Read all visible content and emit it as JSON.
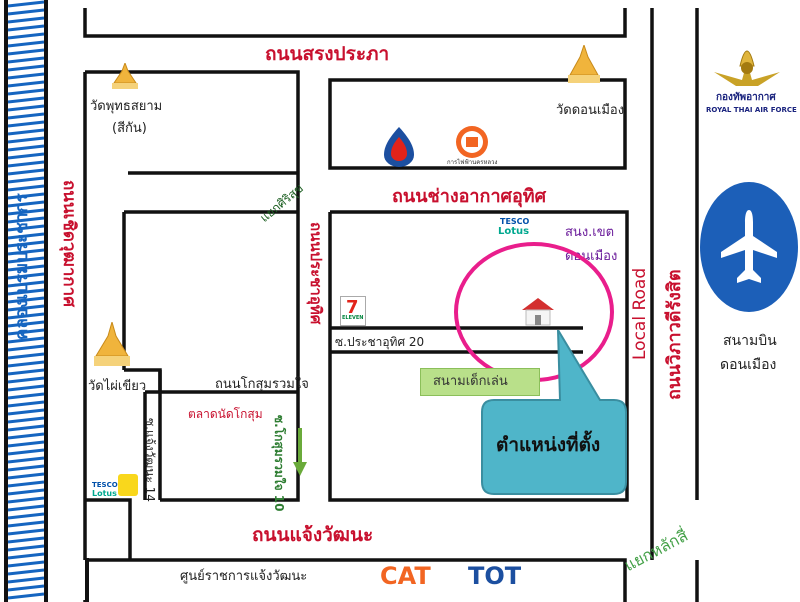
{
  "roads": {
    "top": "ถนนสรงประภา",
    "middle": "ถนนช่างอากาศอุทิศ",
    "bottom": "ถนนแจ้งวัฒนะ",
    "left_outer": "ถนนเชิดวุฒากาศ",
    "left_vertical": "ถนนประชาอุทิศ",
    "local_road": "Local Road",
    "vibhavadi": "ถนนวิภาวดีรังสิต",
    "kosum": "ถนนโกสุมรวมใจ",
    "soi_prachauthit": "ซ.ประชาอุทิศ 20",
    "soi_kosum10": "ซ.โกสุมรวมใจ 10",
    "soi_chaeng14": "ซ.แจ้งวัฒนะ 14",
    "canal": "คลองเปรมประชากร"
  },
  "junctions": {
    "siri_suk": "แยกศิริสุข",
    "lak_si": "แยกหลักสี่"
  },
  "places": {
    "wat_phut": "วัดพุทธสยาม",
    "wat_phut_sub": "(สีกัน)",
    "wat_don_mueang": "วัดดอนเมือง",
    "wat_phai": "วัดไผ่เขียว",
    "kosum_market": "ตลาดนัดโกสุม",
    "playground": "สนามเด็กเล่น",
    "district_office": "สนง.เขต",
    "district_office_sub": "ดอนเมือง",
    "airport": "สนามบิน",
    "airport_sub": "ดอนเมือง",
    "govt_center": "ศูนย์ราชการแจ้งวัฒนะ",
    "location": "ตำแหน่งที่ตั้ง"
  },
  "logos": {
    "tesco_1": "TESCO",
    "lotus_1": "Lotus",
    "tesco_2": "TESCO",
    "lotus_2": "Lotus",
    "seven": "7",
    "seven_sub": "ELEVEN",
    "mea": "การไฟฟ้านครหลวง",
    "cat": "CAT",
    "tot": "TOT",
    "rtaf_th": "กองทัพอากาศ",
    "rtaf_en": "ROYAL THAI AIR FORCE"
  },
  "colors": {
    "road_label": "#c8102e",
    "canal": "#1565c0",
    "callout": "#4fb5c9",
    "circle": "#e91e8c",
    "airport": "#1c5fb8",
    "playground": "#b9e08a",
    "junction": "#43a047",
    "cat": "#f26522",
    "tot": "#1c4fa0"
  }
}
